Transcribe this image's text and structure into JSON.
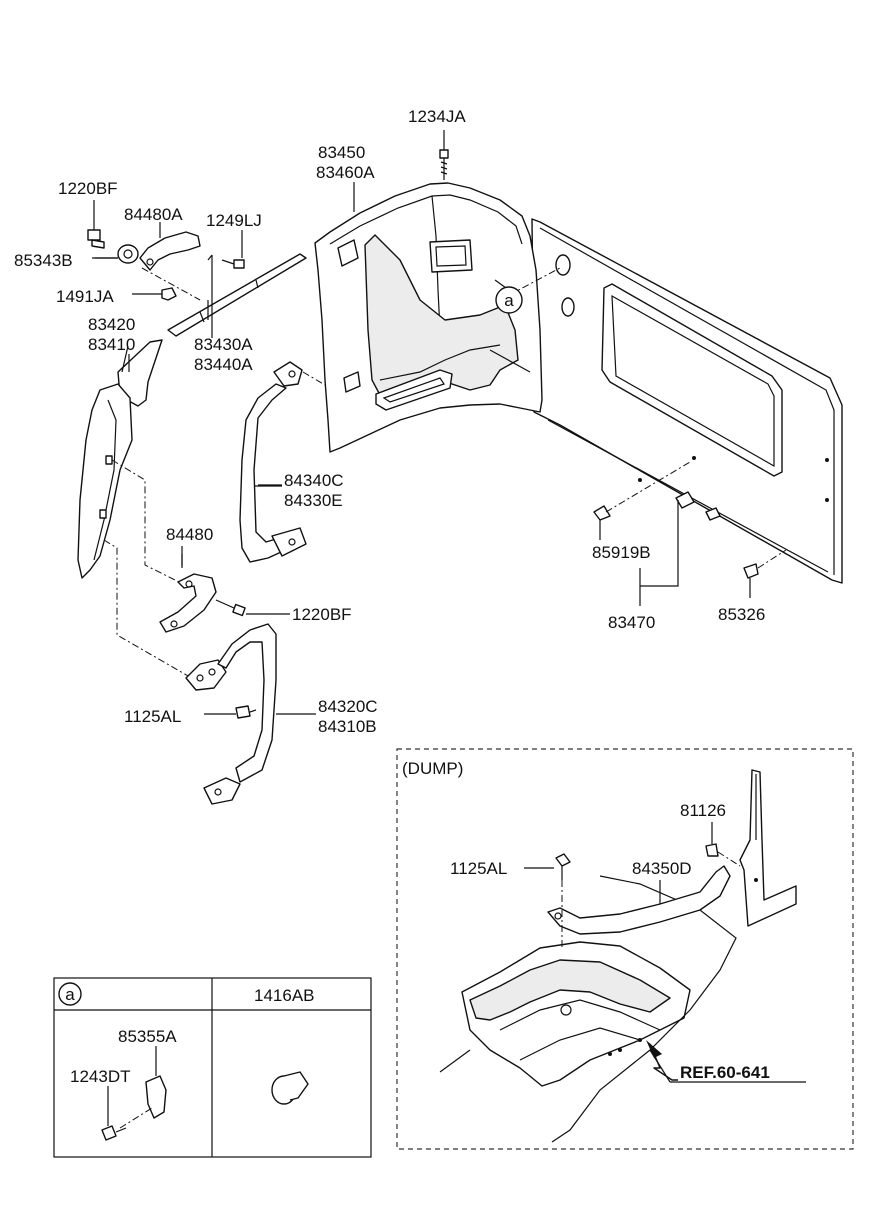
{
  "labels": {
    "p1234JA": "1234JA",
    "p83450": "83450",
    "p83460A": "83460A",
    "p1220BF_top": "1220BF",
    "p84480A": "84480A",
    "p1249LJ": "1249LJ",
    "p85343B": "85343B",
    "p1491JA": "1491JA",
    "p83420": "83420",
    "p83410": "83410",
    "p83430A": "83430A",
    "p83440A": "83440A",
    "p84340C": "84340C",
    "p84330E": "84330E",
    "p84480": "84480",
    "p1220BF_mid": "1220BF",
    "p85919B": "85919B",
    "p83470": "83470",
    "p85326": "85326",
    "p1125AL_left": "1125AL",
    "p84320C": "84320C",
    "p84310B": "84310B",
    "callout_a": "a"
  },
  "dump": {
    "title": "(DUMP)",
    "p81126": "81126",
    "p1125AL": "1125AL",
    "p84350D": "84350D",
    "ref": "REF.60-641"
  },
  "legend": {
    "callout": "a",
    "col2_header": "1416AB",
    "p85355A": "85355A",
    "p1243DT": "1243DT"
  }
}
